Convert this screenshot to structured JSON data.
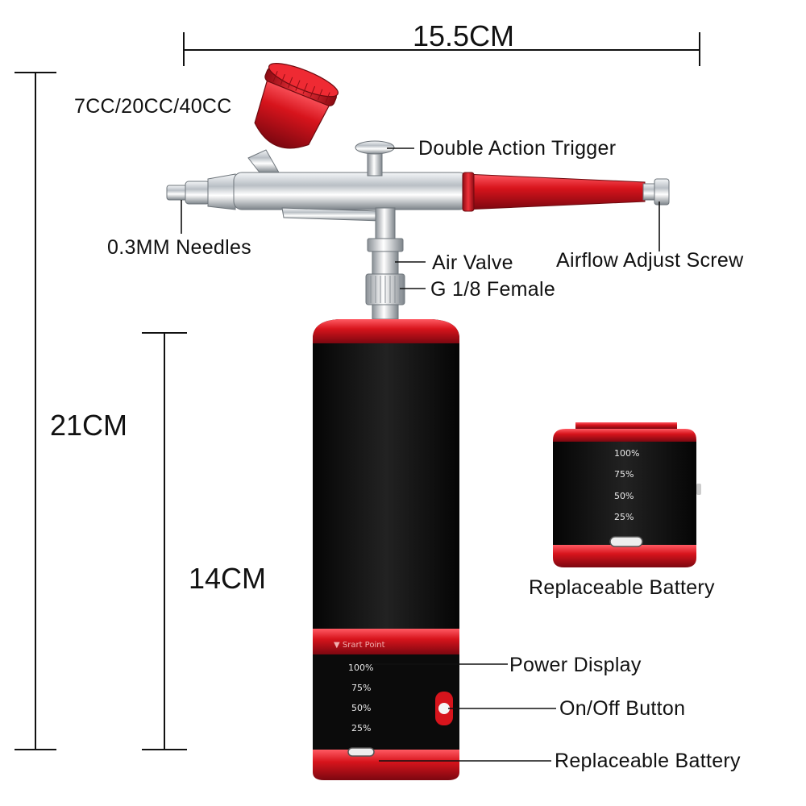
{
  "dimensions": {
    "width": "15.5CM",
    "height_total": "21CM",
    "height_body": "14CM"
  },
  "callouts": {
    "cup": "7CC/20CC/40CC",
    "trigger": "Double Action Trigger",
    "needle": "0.3MM Needles",
    "air_valve": "Air Valve",
    "airflow_screw": "Airflow Adjust Screw",
    "thread": "G 1/8 Female",
    "power_display": "Power Display",
    "on_off": "On/Off Button",
    "battery_bottom": "Replaceable Battery",
    "battery_side": "Replaceable Battery"
  },
  "device": {
    "start_point": "▼ Srart Point",
    "levels": [
      "100%",
      "75%",
      "50%",
      "25%"
    ]
  },
  "battery_pack": {
    "levels": [
      "100%",
      "75%",
      "50%",
      "25%"
    ]
  },
  "colors": {
    "accent_red": "#d7141c",
    "body_black": "#111111",
    "chrome": "#c8ccd0"
  }
}
